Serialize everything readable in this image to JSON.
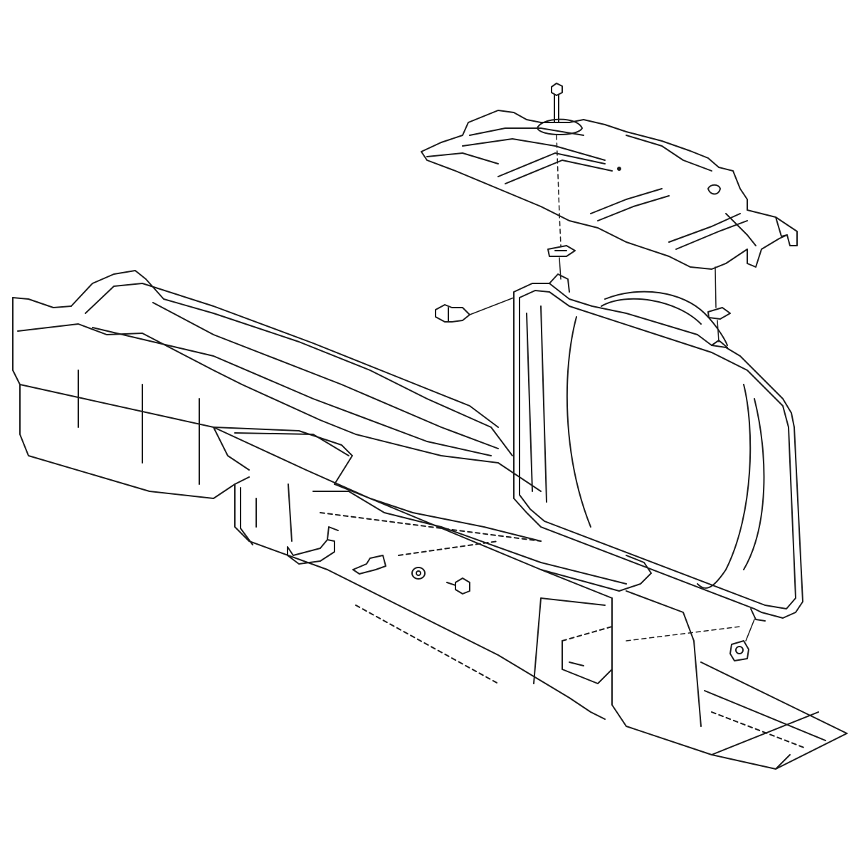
{
  "diagram": {
    "kind": "exploded-view line drawing",
    "parts": [
      {
        "id": "upper-fan-shroud-panel",
        "label": ""
      },
      {
        "id": "mounting-bolt",
        "label": ""
      },
      {
        "id": "retainer-clip-upper",
        "label": ""
      },
      {
        "id": "retainer-clip-right",
        "label": ""
      },
      {
        "id": "side-clip-nut",
        "label": ""
      },
      {
        "id": "fan-shroud",
        "label": ""
      },
      {
        "id": "radiator-support",
        "label": ""
      },
      {
        "id": "lower-bracket",
        "label": ""
      },
      {
        "id": "lower-clip",
        "label": ""
      },
      {
        "id": "washer",
        "label": ""
      },
      {
        "id": "screw",
        "label": ""
      },
      {
        "id": "grommet",
        "label": ""
      }
    ],
    "colors": {
      "ink": "#1a1a1a",
      "background": "#ffffff"
    }
  }
}
